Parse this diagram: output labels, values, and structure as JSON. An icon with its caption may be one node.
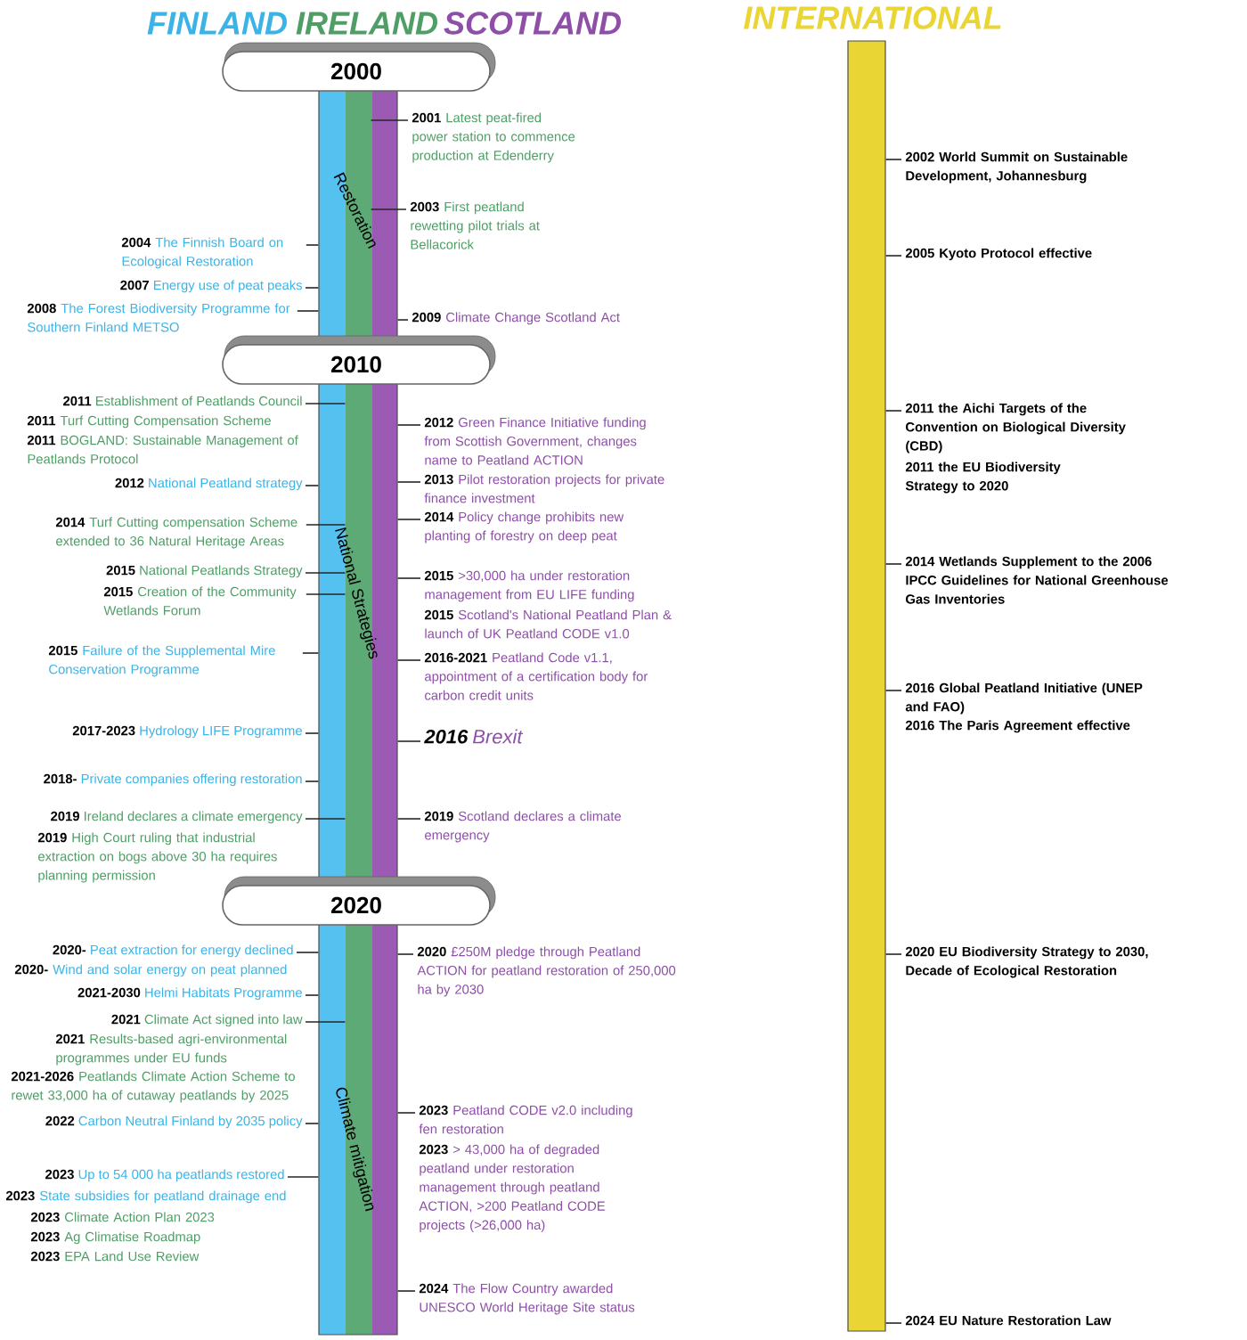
{
  "diagram": {
    "nodes": [
      {
        "text": [
          "FINLAND",
          "IRELAND",
          "SCOTLAND"
        ]
      },
      {
        "text": [
          "INTERNATIONAL"
        ]
      },
      {
        "text": [
          "2000"
        ]
      },
      {
        "text": [
          "2010"
        ]
      },
      {
        "text": [
          "2020"
        ]
      },
      {
        "text": [
          "2001",
          "Latest peat-fired power station to commence production at Edenderry"
        ]
      },
      {
        "text": [
          "2003",
          "First peatland rewetting pilot trials at Bellacorick"
        ]
      },
      {
        "text": [
          "2004",
          "The Finnish Board on Ecological Restoration"
        ]
      },
      {
        "text": [
          "2007",
          "Energy use of peat peaks"
        ]
      },
      {
        "text": [
          "2008",
          "The Forest Biodiversity Programme for Southern Finland METSO"
        ]
      },
      {
        "text": [
          "2009",
          "Climate Change Scotland Act"
        ]
      },
      {
        "text": [
          "2011",
          "Establishment of Peatlands Council"
        ]
      },
      {
        "text": [
          "2012",
          "Green Finance Initiative funding from Scottish Government, changes name to Peatland ACTION"
        ]
      },
      {
        "text": [
          "2012",
          "National Peatland strategy"
        ]
      },
      {
        "text": [
          "2013",
          "Pilot restoration projects for private finance investment"
        ]
      },
      {
        "text": [
          "2014",
          "Turf Cutting compensation Scheme extended to 36 Natural Heritage Areas"
        ]
      },
      {
        "text": [
          "2014",
          "Policy change prohibits new planting of forestry on deep peat"
        ]
      },
      {
        "text": [
          "2015",
          "National Peatlands Strategy"
        ]
      },
      {
        "text": [
          "2015",
          "Creation of the Community Wetlands Forum"
        ]
      },
      {
        "text": [
          "2015",
          ">30,000 ha under restoration management from EU LIFE funding"
        ]
      },
      {
        "text": [
          "2015",
          "Failure of the Supplemental Mire Conservation Programme"
        ]
      },
      {
        "text": [
          "2016-2021",
          "Peatland Code v1.1, appointment of a certification body for carbon credit units"
        ]
      },
      {
        "text": [
          "2017-2023",
          "Hydrology LIFE Programme"
        ]
      },
      {
        "text": [
          "2016",
          "Brexit"
        ]
      },
      {
        "text": [
          "2018-",
          "Private companies offering restoration"
        ]
      },
      {
        "text": [
          "2019",
          "Ireland declares a climate emergency"
        ]
      },
      {
        "text": [
          "2019",
          "Scotland declares a climate emergency"
        ]
      },
      {
        "text": [
          "2020-",
          "Peat extraction for energy declined"
        ]
      },
      {
        "text": [
          "2020",
          "£250M pledge through Peatland ACTION for peatland restoration of 250,000 ha by 2030"
        ]
      },
      {
        "text": [
          "2021-2030",
          "Helmi Habitats Programme"
        ]
      },
      {
        "text": [
          "2021",
          "Climate Act signed into law"
        ]
      },
      {
        "text": [
          "2022",
          "Carbon Neutral Finland by 2035 policy"
        ]
      },
      {
        "text": [
          "2023",
          "Peatland CODE v2.0 including fen restoration"
        ]
      },
      {
        "text": [
          "2023",
          "Up to 54 000 ha peatlands restored"
        ]
      },
      {
        "text": [
          "2024",
          "The Flow Country awarded UNESCO World Heritage Site status"
        ]
      },
      {
        "text": [
          "2002",
          "World Summit on Sustainable Development, Johannesburg"
        ]
      },
      {
        "text": [
          "2005",
          "Kyoto Protocol effective"
        ]
      },
      {
        "text": [
          "2011",
          "the Aichi Targets of the Convention on Biological Diversity (CBD)"
        ]
      },
      {
        "text": [
          "2014",
          "Wetlands Supplement to the 2006 IPCC Guidelines for National Greenhouse Gas Inventories"
        ]
      },
      {
        "text": [
          "2016",
          "Global Peatland Initiative (UNEP and FAO)"
        ]
      },
      {
        "text": [
          "2020",
          "EU Biodiversity Strategy to 2030, Decade of Ecological Restoration"
        ]
      },
      {
        "text": [
          "2024",
          "EU Nature Restoration Law"
        ]
      }
    ],
    "edges": [
      {
        "from": 5,
        "to": 0,
        "arrow": "none"
      },
      {
        "from": 6,
        "to": 0,
        "arrow": "none"
      },
      {
        "from": 7,
        "to": 0,
        "arrow": "none"
      },
      {
        "from": 8,
        "to": 0,
        "arrow": "none"
      },
      {
        "from": 9,
        "to": 0,
        "arrow": "none"
      },
      {
        "from": 10,
        "to": 0,
        "arrow": "none"
      },
      {
        "from": 11,
        "to": 0,
        "arrow": "none"
      },
      {
        "from": 12,
        "to": 0,
        "arrow": "none"
      },
      {
        "from": 13,
        "to": 0,
        "arrow": "none"
      },
      {
        "from": 14,
        "to": 0,
        "arrow": "none"
      },
      {
        "from": 15,
        "to": 0,
        "arrow": "none"
      },
      {
        "from": 16,
        "to": 0,
        "arrow": "none"
      },
      {
        "from": 17,
        "to": 0,
        "arrow": "none"
      },
      {
        "from": 18,
        "to": 0,
        "arrow": "none"
      },
      {
        "from": 19,
        "to": 0,
        "arrow": "none"
      },
      {
        "from": 20,
        "to": 0,
        "arrow": "none"
      },
      {
        "from": 21,
        "to": 0,
        "arrow": "none"
      },
      {
        "from": 22,
        "to": 0,
        "arrow": "none"
      },
      {
        "from": 23,
        "to": 0,
        "arrow": "none"
      },
      {
        "from": 24,
        "to": 0,
        "arrow": "none"
      },
      {
        "from": 25,
        "to": 0,
        "arrow": "none"
      },
      {
        "from": 26,
        "to": 0,
        "arrow": "none"
      },
      {
        "from": 27,
        "to": 0,
        "arrow": "none"
      },
      {
        "from": 28,
        "to": 0,
        "arrow": "none"
      },
      {
        "from": 29,
        "to": 0,
        "arrow": "none"
      },
      {
        "from": 30,
        "to": 0,
        "arrow": "none"
      },
      {
        "from": 31,
        "to": 0,
        "arrow": "none"
      },
      {
        "from": 32,
        "to": 0,
        "arrow": "none"
      },
      {
        "from": 33,
        "to": 0,
        "arrow": "none"
      },
      {
        "from": 34,
        "to": 0,
        "arrow": "none"
      },
      {
        "from": 35,
        "to": 1,
        "arrow": "none"
      },
      {
        "from": 36,
        "to": 1,
        "arrow": "none"
      },
      {
        "from": 37,
        "to": 1,
        "arrow": "none"
      },
      {
        "from": 38,
        "to": 1,
        "arrow": "none"
      },
      {
        "from": 39,
        "to": 1,
        "arrow": "none"
      },
      {
        "from": 40,
        "to": 1,
        "arrow": "none"
      },
      {
        "from": 41,
        "to": 1,
        "arrow": "none"
      }
    ],
    "labels": [
      "Restoration",
      "2011",
      "Turf Cutting Compensation Scheme",
      "2011",
      "BOGLAND: Sustainable Management of Peatlands Protocol",
      "National Strategies",
      "2015",
      "Scotland's National Peatland Plan & launch of UK Peatland CODE v1.0",
      "2019",
      "High Court ruling that industrial extraction on bogs above 30 ha requires planning permission",
      "2020-",
      "Wind and solar energy on peat planned",
      "2021",
      "Results-based agri-environmental programmes under EU funds",
      "2021-2026",
      "Peatlands Climate Action Scheme to rewet 33,000 ha of cutaway peatlands by 2025",
      "Climate mitigation",
      "2023",
      "> 43,000 ha of degraded peatland under restoration management through peatland ACTION, >200 Peatland CODE projects (>26,000 ha)",
      "2023",
      "State subsidies for peatland drainage end",
      "2023",
      "Climate Action Plan 2023",
      "2023",
      "Ag Climatise Roadmap",
      "2023",
      "EPA Land Use Review",
      "2011",
      "the EU Biodiversity Strategy to 2020",
      "2016",
      "The Paris Agreement effective"
    ]
  }
}
